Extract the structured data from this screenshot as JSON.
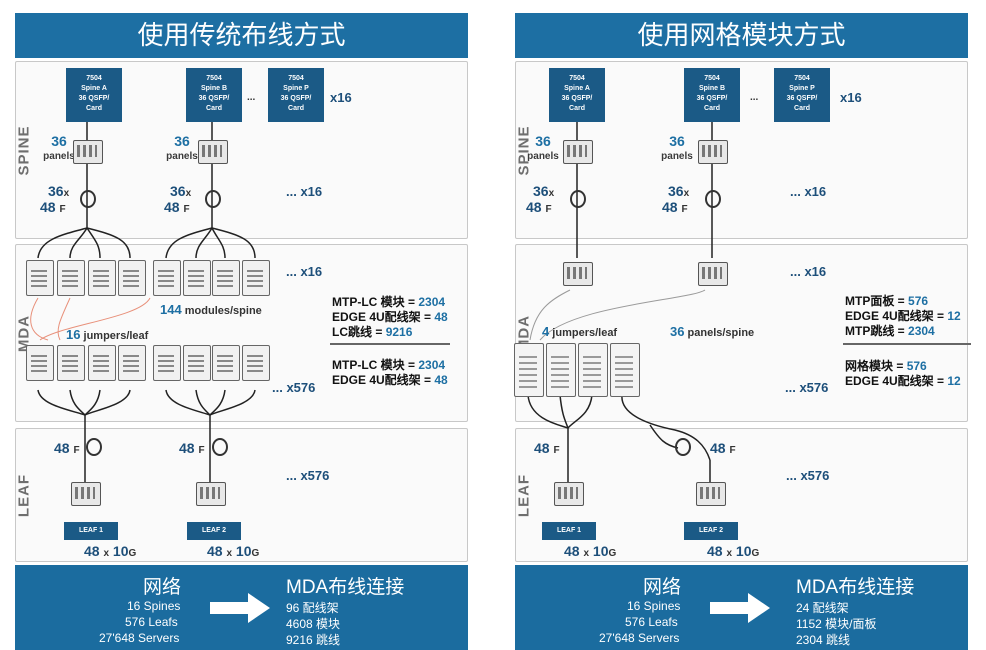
{
  "left": {
    "title": "使用传统布线方式",
    "band_labels": {
      "spine": "SPINE",
      "mda": "MDA",
      "leaf": "LEAF"
    },
    "cards": [
      {
        "l1": "7504",
        "l2": "Spine A",
        "l3": "36 QSFP/",
        "l4": "Card"
      },
      {
        "l1": "7504",
        "l2": "Spine B",
        "l3": "36 QSFP/",
        "l4": "Card"
      },
      {
        "l1": "7504",
        "l2": "Spine P",
        "l3": "36 QSFP/",
        "l4": "Card"
      }
    ],
    "card_dots": "...",
    "x16_cards": "x16",
    "panels_num": "36",
    "panels_label": "panels",
    "fiber_num": "36",
    "fiber_x": "x",
    "fiber_48": "48",
    "fiber_f": "F",
    "x16_fiber": "... x16",
    "x16_mda": "... x16",
    "modules_spine_num": "144",
    "modules_spine_label": "modules/spine",
    "jumpers_num": "16",
    "jumpers_label": "jumpers/leaf",
    "x576_mda": "... x576",
    "info1": [
      {
        "k": "MTP-LC 模块 = ",
        "v": "2304"
      },
      {
        "k": "EDGE 4U配线架 = ",
        "v": "48"
      },
      {
        "k": "LC跳线 = ",
        "v": "9216"
      }
    ],
    "info2": [
      {
        "k": "MTP-LC 模块 = ",
        "v": "2304"
      },
      {
        "k": "EDGE 4U配线架 = ",
        "v": "48"
      }
    ],
    "leaf_48": "48",
    "leaf_f": "F",
    "x576_leaf": "... x576",
    "leaf1": "LEAF 1",
    "leaf2": "LEAF 2",
    "ports_48": "48",
    "ports_x": "x",
    "ports_10": "10",
    "ports_g": "G",
    "footer": {
      "net_title": "网络",
      "net_lines": [
        "16 Spines",
        "576 Leafs",
        "27'648 Servers"
      ],
      "mda_title": "MDA布线连接",
      "mda_lines": [
        "96 配线架",
        "4608 模块",
        "9216 跳线"
      ]
    }
  },
  "right": {
    "title": "使用网格模块方式",
    "band_labels": {
      "spine": "SPINE",
      "mda": "MDA",
      "leaf": "LEAF"
    },
    "cards": [
      {
        "l1": "7504",
        "l2": "Spine A",
        "l3": "36 QSFP/",
        "l4": "Card"
      },
      {
        "l1": "7504",
        "l2": "Spine B",
        "l3": "36 QSFP/",
        "l4": "Card"
      },
      {
        "l1": "7504",
        "l2": "Spine P",
        "l3": "36 QSFP/",
        "l4": "Card"
      }
    ],
    "card_dots": "...",
    "x16_cards": "x16",
    "panels_num": "36",
    "panels_label": "panels",
    "fiber_num": "36",
    "fiber_x": "x",
    "fiber_48": "48",
    "fiber_f": "F",
    "x16_fiber": "... x16",
    "x16_mda": "... x16",
    "jumpers_num": "4",
    "jumpers_label": "jumpers/leaf",
    "panels_spine_num": "36",
    "panels_spine_label": "panels/spine",
    "x576_mda": "... x576",
    "info1": [
      {
        "k": "MTP面板 = ",
        "v": "576"
      },
      {
        "k": "EDGE 4U配线架 = ",
        "v": "12"
      },
      {
        "k": "MTP跳线 = ",
        "v": "2304"
      }
    ],
    "info2": [
      {
        "k": "网格模块 = ",
        "v": "576"
      },
      {
        "k": "EDGE 4U配线架 = ",
        "v": "12"
      }
    ],
    "leaf_48": "48",
    "leaf_f": "F",
    "x576_leaf": "... x576",
    "leaf1": "LEAF 1",
    "leaf2": "LEAF 2",
    "ports_48": "48",
    "ports_x": "x",
    "ports_10": "10",
    "ports_g": "G",
    "footer": {
      "net_title": "网络",
      "net_lines": [
        "16 Spines",
        "576 Leafs",
        "27'648 Servers"
      ],
      "mda_title": "MDA布线连接",
      "mda_lines": [
        "24 配线架",
        "1152 模块/面板",
        "2304 跳线"
      ]
    }
  },
  "colors": {
    "title_bg": "#1d6fa3",
    "card_bg": "#1b5a86",
    "footer_bg": "#1b6c9f",
    "accent": "#1d6fa3"
  }
}
